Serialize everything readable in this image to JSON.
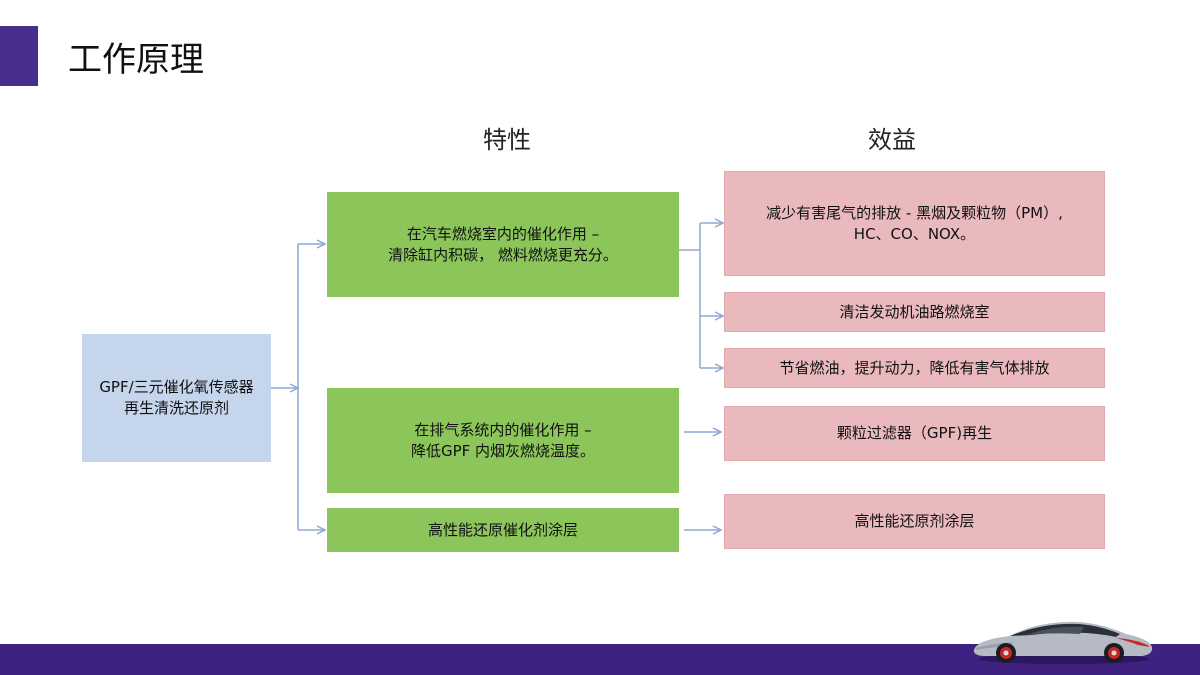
{
  "title": "工作原理",
  "headers": {
    "features": "特性",
    "benefits": "效益"
  },
  "source": {
    "line1": "GPF/三元催化氧传感器",
    "line2": "再生清洗还原剂"
  },
  "features": [
    {
      "line1": "在汽车燃烧室内的催化作用 –",
      "line2": "清除缸内积碳， 燃料燃烧更充分。"
    },
    {
      "line1": "在排气系统内的催化作用 –",
      "line2": "降低GPF 内烟灰燃烧温度。"
    },
    {
      "line1": "高性能还原催化剂涂层",
      "line2": ""
    }
  ],
  "benefits": [
    {
      "line1": "减少有害尾气的排放 - 黑烟及颗粒物（PM）,",
      "line2": "HC、CO、NOX。"
    },
    {
      "line1": "清洁发动机油路燃烧室",
      "line2": ""
    },
    {
      "line1": "节省燃油，提升动力，降低有害气体排放",
      "line2": ""
    },
    {
      "line1": "颗粒过滤器（GPF)再生",
      "line2": ""
    },
    {
      "line1": "高性能还原剂涂层",
      "line2": ""
    }
  ],
  "colors": {
    "accent": "#4a2c8c",
    "source_box": "#c5d5ec",
    "feature_box": "#8cc65a",
    "benefit_box": "#e9b9bd",
    "connector": "#8fa7d6",
    "band": "#3e2180"
  },
  "icons": {
    "car": "sports-car-icon"
  }
}
